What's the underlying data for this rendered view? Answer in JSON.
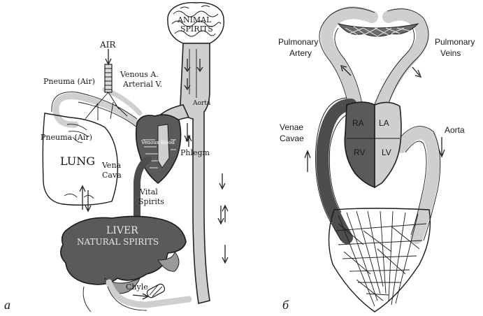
{
  "panel_a": {
    "letter": "a",
    "animal_spirits_line1": "ANIMAL",
    "animal_spirits_line2": "SPIRITS",
    "air": "AIR",
    "pneuma_top": "Pneuma (Air)",
    "pneuma_bottom": "Pneuma (Air)",
    "venous_a": "Venous A.",
    "arterial_v": "Arterial V.",
    "lung": "LUNG",
    "vena_cava_line1": "Vena",
    "vena_cava_line2": "Cava",
    "vital_line1": "Vital",
    "vital_line2": "Spirits",
    "venous_blood": "Venous Blood",
    "phlegm": "Phlegm",
    "aorta": "Aorta",
    "liver": "LIVER",
    "natural_spirits": "NATURAL SPIRITS",
    "chyle": "Chyle"
  },
  "panel_b": {
    "letter": "б",
    "pulmonary_artery_line1": "Pulmonary",
    "pulmonary_artery_line2": "Artery",
    "pulmonary_veins_line1": "Pulmonary",
    "pulmonary_veins_line2": "Veins",
    "venae_cavae_line1": "Venae",
    "venae_cavae_line2": "Cavae",
    "aorta": "Aorta",
    "ra": "RA",
    "la": "LA",
    "rv": "RV",
    "lv": "LV"
  }
}
